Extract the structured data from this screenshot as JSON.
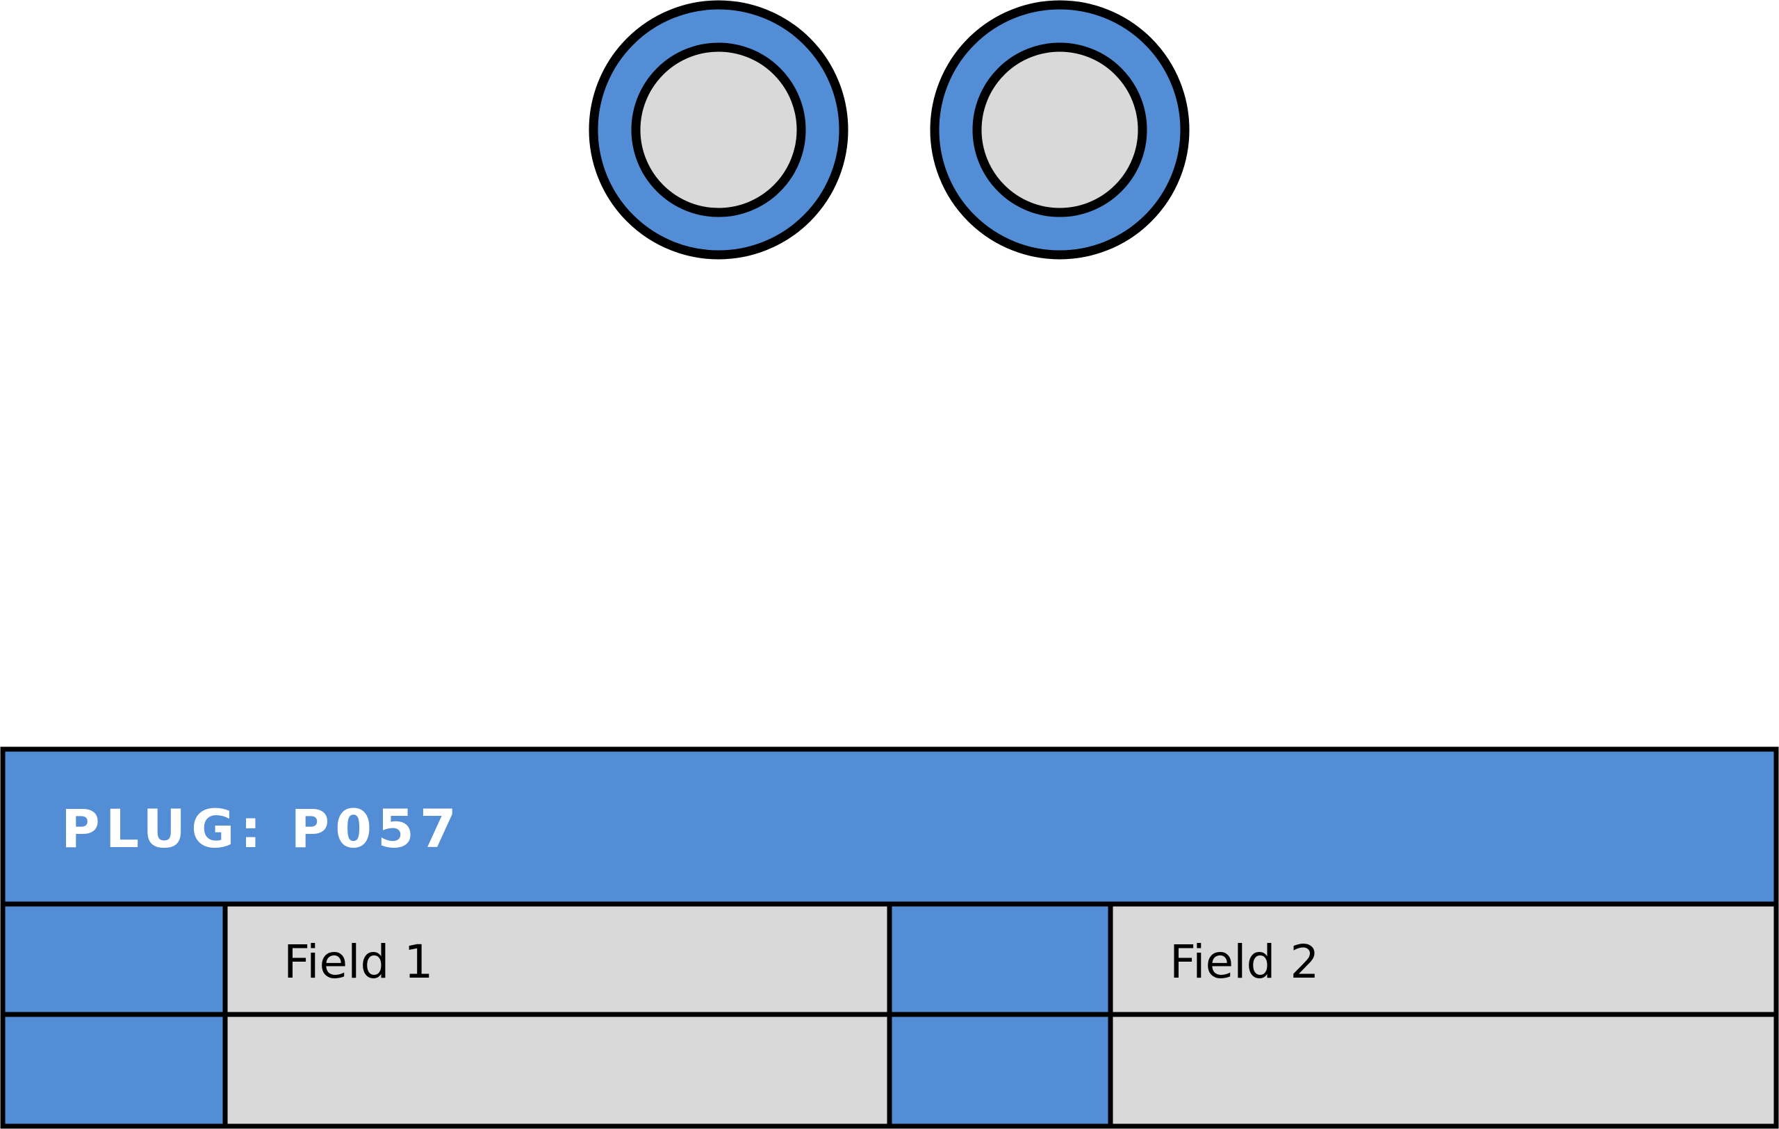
{
  "colors": {
    "accent": "#538dd5",
    "cell": "#d9d9d9",
    "stroke": "#000000",
    "title_text": "#ffffff",
    "field_text": "#000000",
    "background": "#ffffff"
  },
  "plug": {
    "title": "PLUG: P057",
    "fields": [
      {
        "label": "Field 1"
      },
      {
        "label": "Field 2"
      }
    ]
  },
  "pins": [
    {
      "icon": "connector-pin-icon"
    },
    {
      "icon": "connector-pin-icon"
    }
  ]
}
